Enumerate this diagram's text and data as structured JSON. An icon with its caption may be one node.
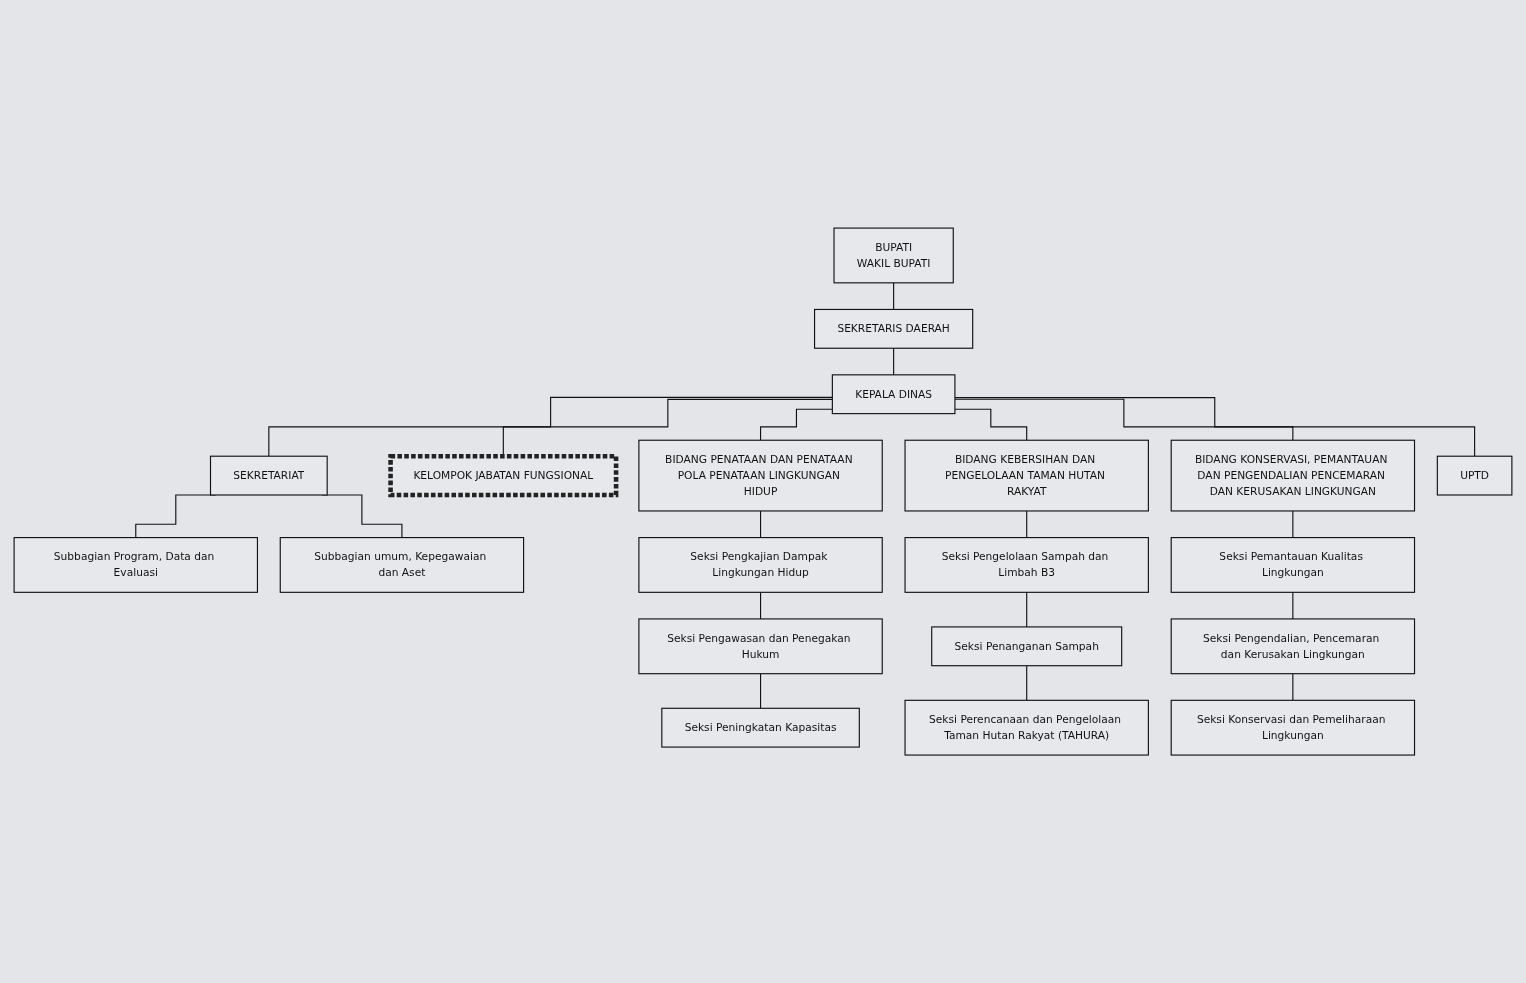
{
  "diagram": {
    "nodes": [
      {
        "text": [
          "BUPATI",
          "WAKIL BUPATI"
        ]
      },
      {
        "text": [
          "SEKRETARIS DAERAH"
        ]
      },
      {
        "text": [
          "KEPALA DINAS"
        ]
      },
      {
        "text": [
          "SEKRETARIAT"
        ]
      },
      {
        "text": [
          "KELOMPOK JABATAN FUNGSIONAL"
        ]
      },
      {
        "text": [
          "Subbagian Program, Data dan Evaluasi"
        ]
      },
      {
        "text": [
          "Subbagian umum, Kepegawaian dan Aset"
        ]
      },
      {
        "text": [
          "BIDANG PENATAAN DAN PENATAAN POLA PENATAAN LINGKUNGAN HIDUP"
        ]
      },
      {
        "text": [
          "BIDANG KEBERSIHAN DAN PENGELOLAAN TAMAN HUTAN RAKYAT"
        ]
      },
      {
        "text": [
          "BIDANG KONSERVASI, PEMANTAUAN DAN PENGENDALIAN PENCEMARAN DAN KERUSAKAN LINGKUNGAN"
        ]
      },
      {
        "text": [
          "Seksi Pengkajian Dampak Lingkungan Hidup"
        ]
      },
      {
        "text": [
          "Seksi Pengawasan dan Penegakan Hukum"
        ]
      },
      {
        "text": [
          "Seksi Peningkatan Kapasitas"
        ]
      },
      {
        "text": [
          "Seksi Pengelolaan Sampah dan Limbah B3"
        ]
      },
      {
        "text": [
          "Seksi Penanganan Sampah"
        ]
      },
      {
        "text": [
          "Seksi Perencanaan dan Pengelolaan Taman Hutan Rakyat (TAHURA)"
        ]
      },
      {
        "text": [
          "Seksi Pemantauan Kualitas Lingkungan"
        ]
      },
      {
        "text": [
          "Seksi Pengendalian, Pencemaran dan Kerusakan Lingkungan"
        ]
      },
      {
        "text": [
          "Seksi Konservasi dan Pemeliharaan Lingkungan"
        ]
      },
      {
        "text": [
          "UPTD"
        ]
      }
    ],
    "edges": [
      {
        "from": 0,
        "to": 1,
        "arrow": "none"
      },
      {
        "from": 1,
        "to": 2,
        "arrow": "none"
      },
      {
        "from": 2,
        "to": 3,
        "arrow": "none"
      },
      {
        "from": 2,
        "to": 4,
        "arrow": "none"
      },
      {
        "from": 3,
        "to": 5,
        "arrow": "none"
      },
      {
        "from": 3,
        "to": 6,
        "arrow": "none"
      },
      {
        "from": 2,
        "to": 7,
        "arrow": "none"
      },
      {
        "from": 2,
        "to": 8,
        "arrow": "none"
      },
      {
        "from": 2,
        "to": 9,
        "arrow": "none"
      },
      {
        "from": 7,
        "to": 10,
        "arrow": "none"
      },
      {
        "from": 10,
        "to": 11,
        "arrow": "none"
      },
      {
        "from": 11,
        "to": 12,
        "arrow": "none"
      },
      {
        "from": 8,
        "to": 13,
        "arrow": "none"
      },
      {
        "from": 13,
        "to": 14,
        "arrow": "none"
      },
      {
        "from": 14,
        "to": 15,
        "arrow": "none"
      },
      {
        "from": 9,
        "to": 16,
        "arrow": "none"
      },
      {
        "from": 16,
        "to": 17,
        "arrow": "none"
      },
      {
        "from": 17,
        "to": 18,
        "arrow": "none"
      },
      {
        "from": 2,
        "to": 19,
        "arrow": "none"
      }
    ]
  }
}
